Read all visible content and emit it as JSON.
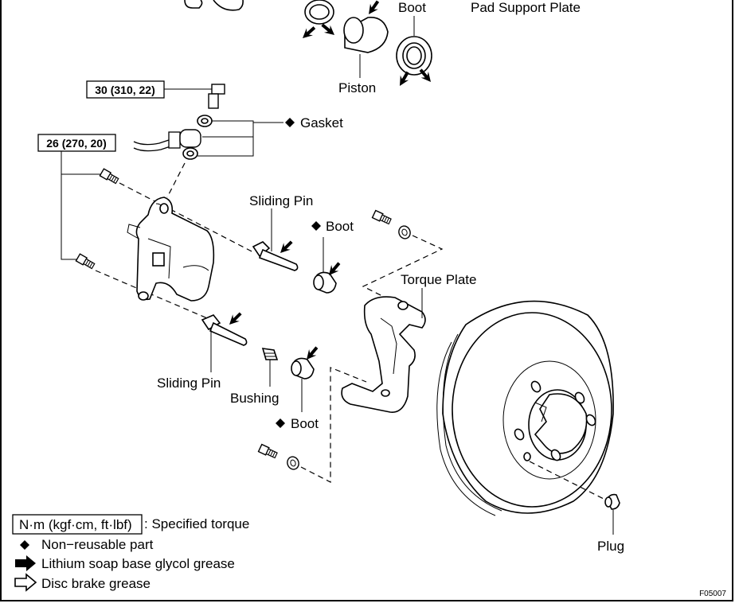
{
  "labels": {
    "boot_top": "Boot",
    "pad_support_plate": "Pad Support Plate",
    "piston": "Piston",
    "gasket": "Gasket",
    "sliding_pin_upper": "Sliding Pin",
    "boot_mid": "Boot",
    "torque_plate": "Torque Plate",
    "sliding_pin_lower": "Sliding Pin",
    "bushing": "Bushing",
    "boot_lower": "Boot",
    "plug": "Plug"
  },
  "torque_specs": {
    "union_bolt": "30 (310, 22)",
    "mounting_bolt": "26 (270, 20)"
  },
  "legend": {
    "torque_unit": "N·m (kgf·cm, ft·lbf)",
    "torque_desc": ": Specified torque",
    "non_reusable": "Non−reusable part",
    "lithium_grease": "Lithium soap base glycol grease",
    "disc_brake_grease": "Disc brake grease"
  },
  "figure_code": "F05007",
  "icons": {
    "non_reusable": "diamond-icon",
    "lithium_grease": "solid-arrow-icon",
    "disc_brake_grease": "outline-arrow-icon"
  }
}
